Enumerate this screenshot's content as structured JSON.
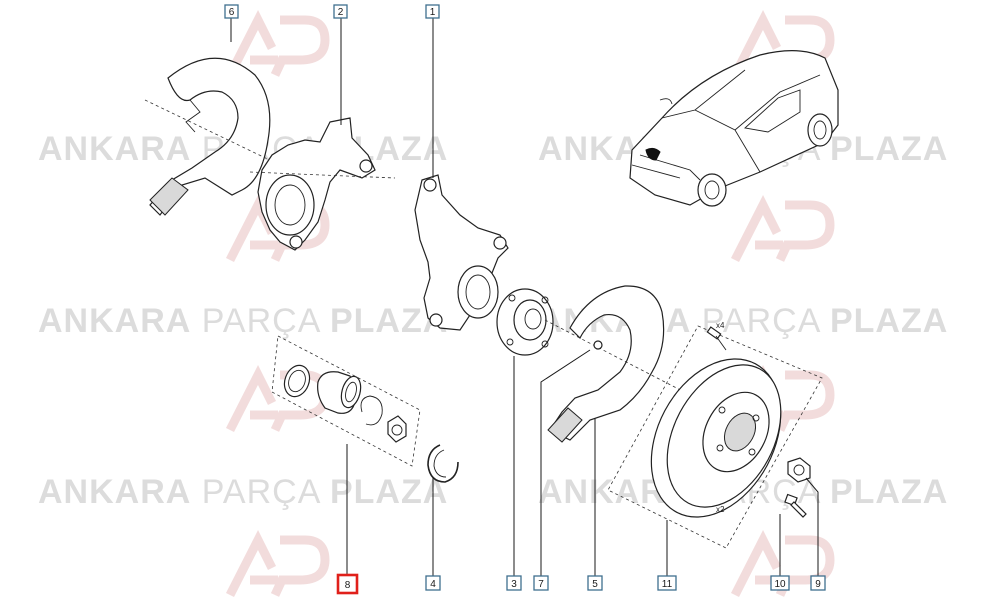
{
  "watermark": {
    "word1": "ANKARA",
    "word2": "PARÇA",
    "word3": "PLAZA",
    "logo_monogram": "AP"
  },
  "labels": [
    {
      "id": "label-6",
      "text": "6",
      "highlight": false
    },
    {
      "id": "label-2",
      "text": "2",
      "highlight": false
    },
    {
      "id": "label-1",
      "text": "1",
      "highlight": false
    },
    {
      "id": "label-8",
      "text": "8",
      "highlight": true
    },
    {
      "id": "label-4",
      "text": "4",
      "highlight": false
    },
    {
      "id": "label-3",
      "text": "3",
      "highlight": false
    },
    {
      "id": "label-7",
      "text": "7",
      "highlight": false
    },
    {
      "id": "label-5",
      "text": "5",
      "highlight": false
    },
    {
      "id": "label-11",
      "text": "11",
      "highlight": false
    },
    {
      "id": "label-10",
      "text": "10",
      "highlight": false
    },
    {
      "id": "label-9",
      "text": "9",
      "highlight": false
    }
  ],
  "quantity_notes": {
    "bolt_qty": "x4",
    "disc_qty": "x2"
  },
  "colors": {
    "label_border": "#3f6f8e",
    "highlight_border": "#e0201a",
    "watermark": "#dcdcdc"
  }
}
